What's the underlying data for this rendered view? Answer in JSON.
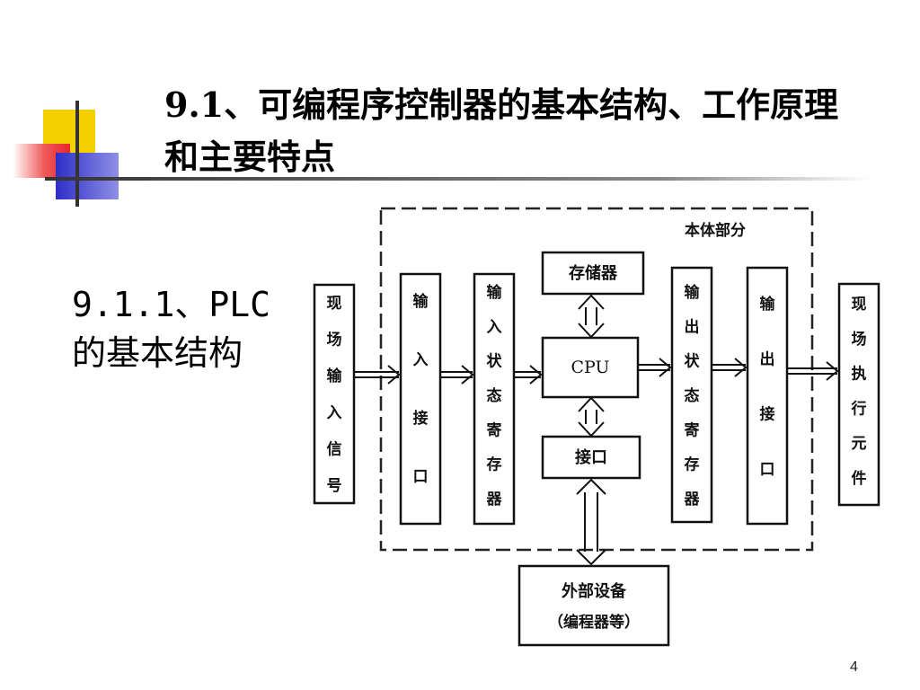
{
  "slide": {
    "title": "9.1、可编程序控制器的基本结构、工作原理和主要特点",
    "subtitle": "9.1.1、PLC的基本结构",
    "page_number": "4",
    "accent_colors": {
      "yellow": "#f4d000",
      "red": "#e8262e",
      "blue": "#2e2ec8",
      "rule": "#444444"
    }
  },
  "diagram": {
    "body_label": "本体部分",
    "blocks": {
      "field_input": "现场输入信号",
      "input_interface": "输入接口",
      "input_status_register": "输入状态寄存器",
      "memory": "存储器",
      "cpu": "CPU",
      "interface": "接口",
      "output_status_register": "输出状态寄存器",
      "output_interface": "输出接口",
      "field_actuator": "现场执行元件",
      "external_device": "外部设备",
      "external_device_note": "（编程器等）"
    }
  }
}
